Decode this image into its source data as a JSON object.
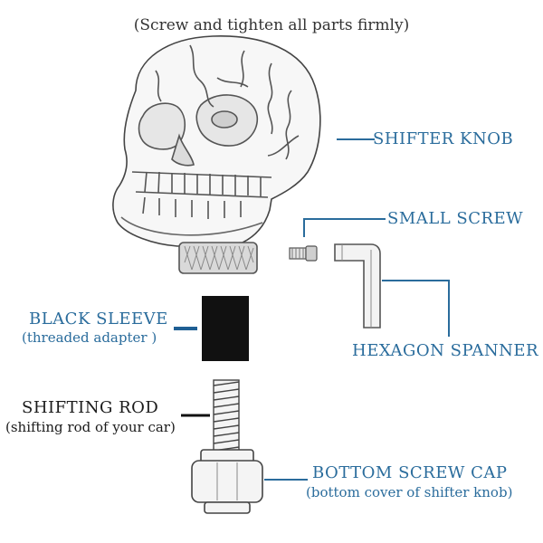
{
  "title": "(Screw and tighten all parts firmly)",
  "colors": {
    "label_blue": "#2a6c9c",
    "line_blue": "#2a6c9c",
    "text_dark": "#1a1a1a",
    "sleeve_black": "#111111"
  },
  "parts": {
    "shifter_knob": {
      "name": "SHIFTER KNOB",
      "icon": "skull-knob-icon"
    },
    "small_screw": {
      "name": "SMALL SCREW",
      "icon": "screw-icon"
    },
    "hexagon_spanner": {
      "name": "HEXAGON SPANNER",
      "icon": "hex-key-icon"
    },
    "black_sleeve": {
      "name": "BLACK SLEEVE",
      "note": "(threaded adapter )",
      "icon": "sleeve-icon"
    },
    "shifting_rod": {
      "name": "SHIFTING ROD",
      "note": "(shifting rod of your car)",
      "icon": "threaded-rod-icon"
    },
    "bottom_screw_cap": {
      "name": "BOTTOM SCREW CAP",
      "note": "(bottom cover of shifter knob)",
      "icon": "screw-cap-icon"
    }
  }
}
